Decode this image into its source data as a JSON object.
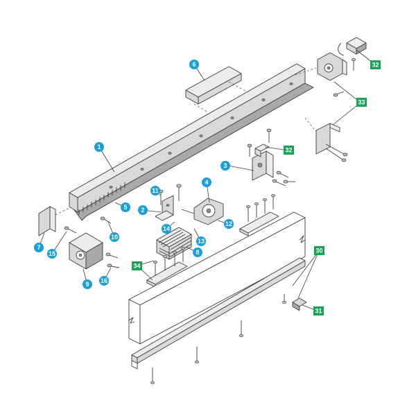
{
  "diagram": {
    "callouts": [
      {
        "label": "1",
        "shape": "circle"
      },
      {
        "label": "2",
        "shape": "circle"
      },
      {
        "label": "3",
        "shape": "circle"
      },
      {
        "label": "4",
        "shape": "circle"
      },
      {
        "label": "5",
        "shape": "circle"
      },
      {
        "label": "6",
        "shape": "circle"
      },
      {
        "label": "7",
        "shape": "circle"
      },
      {
        "label": "8",
        "shape": "circle"
      },
      {
        "label": "9",
        "shape": "circle"
      },
      {
        "label": "10",
        "shape": "circle"
      },
      {
        "label": "11",
        "shape": "circle"
      },
      {
        "label": "12",
        "shape": "circle"
      },
      {
        "label": "13",
        "shape": "circle"
      },
      {
        "label": "14",
        "shape": "circle"
      },
      {
        "label": "15",
        "shape": "circle"
      },
      {
        "label": "16",
        "shape": "circle"
      },
      {
        "label": "30",
        "shape": "square"
      },
      {
        "label": "31",
        "shape": "square"
      },
      {
        "label": "32",
        "shape": "square"
      },
      {
        "label": "32",
        "shape": "square"
      },
      {
        "label": "33",
        "shape": "square"
      },
      {
        "label": "34",
        "shape": "square"
      }
    ],
    "colors": {
      "circle_callout": "#1aa0d6",
      "square_callout": "#1aa257",
      "line": "#3b3b3b",
      "part_fill": "#d9d9d9"
    }
  }
}
